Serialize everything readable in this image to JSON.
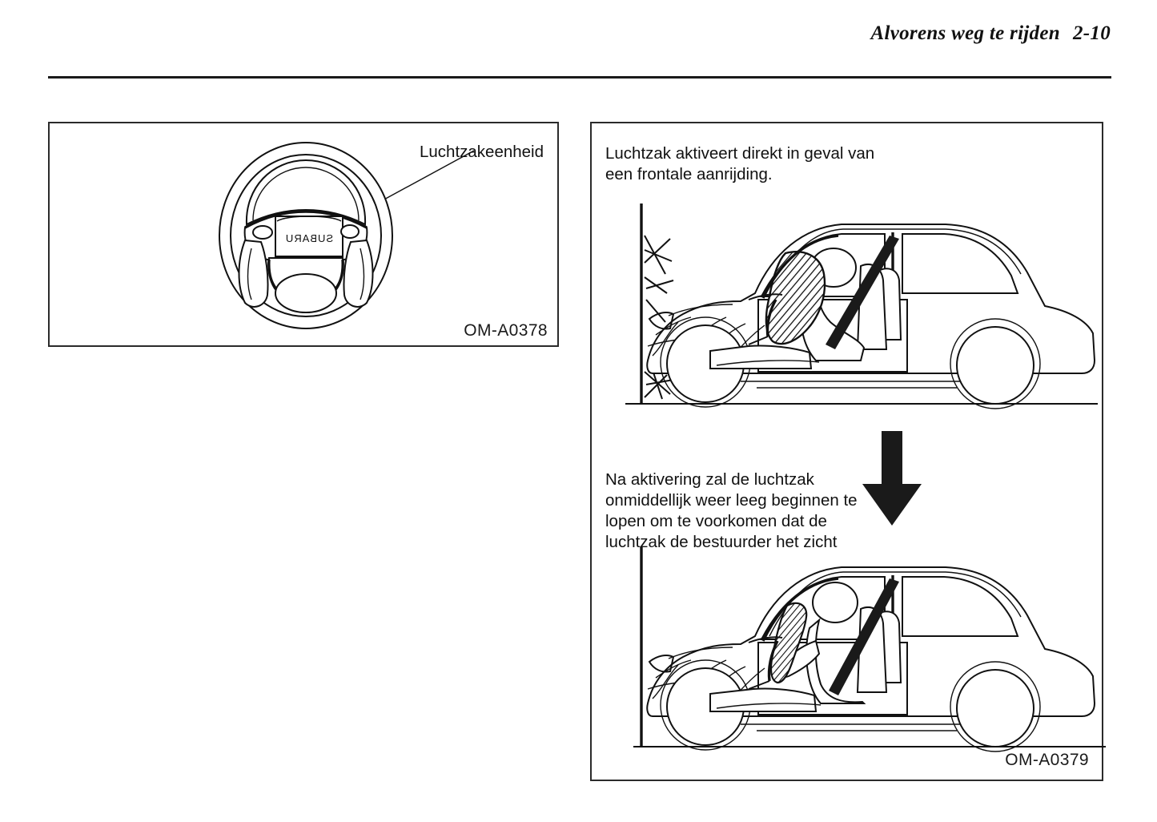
{
  "header": {
    "title": "Alvorens weg te rijden",
    "page_number": "2-10"
  },
  "panels": {
    "steering": {
      "callout_label": "Luchtzakeenheid",
      "badge_text": "SUBARU",
      "figure_code": "OM-A0378"
    },
    "deployment": {
      "caption_deploy": "Luchtzak aktiveert direkt in geval van\neen frontale aanrijding.",
      "caption_deflate": "Na aktivering zal de luchtzak\nonmiddellijk weer leeg beginnen te\nlopen om te voorkomen dat de\nluchtzak de bestuurder het zicht",
      "figure_code": "OM-A0379"
    }
  },
  "colors": {
    "ink": "#111111",
    "rule": "#1a1a1a",
    "page_background": "#ffffff",
    "panel_border": "#2b2b2b"
  },
  "icons": {
    "transition_arrow": "arrow-down-icon"
  }
}
